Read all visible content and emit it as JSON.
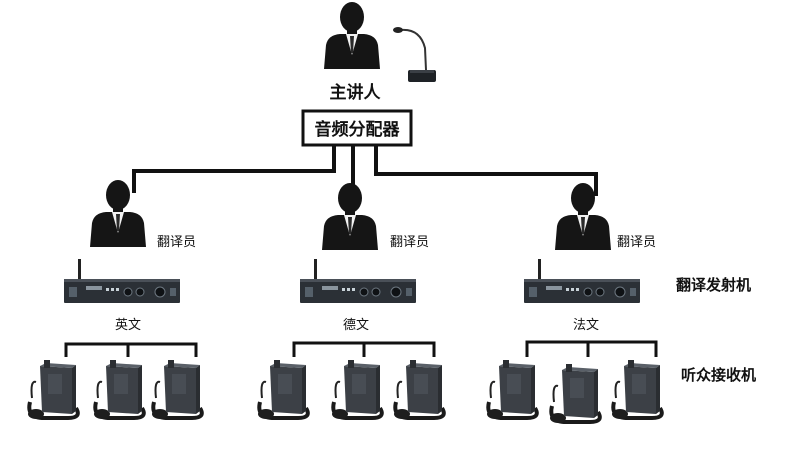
{
  "speaker": {
    "label": "主讲人"
  },
  "distributor": {
    "label": "音频分配器"
  },
  "interpreters": [
    {
      "label": "翻译员",
      "language": "英文"
    },
    {
      "label": "翻译员",
      "language": "德文"
    },
    {
      "label": "翻译员",
      "language": "法文"
    }
  ],
  "side_labels": {
    "transmitter": "翻译发射机",
    "receivers": "听众接收机"
  },
  "colors": {
    "line": "#111111",
    "device": "#2b3036",
    "receiver": "#3c4046",
    "person": "#151515"
  }
}
